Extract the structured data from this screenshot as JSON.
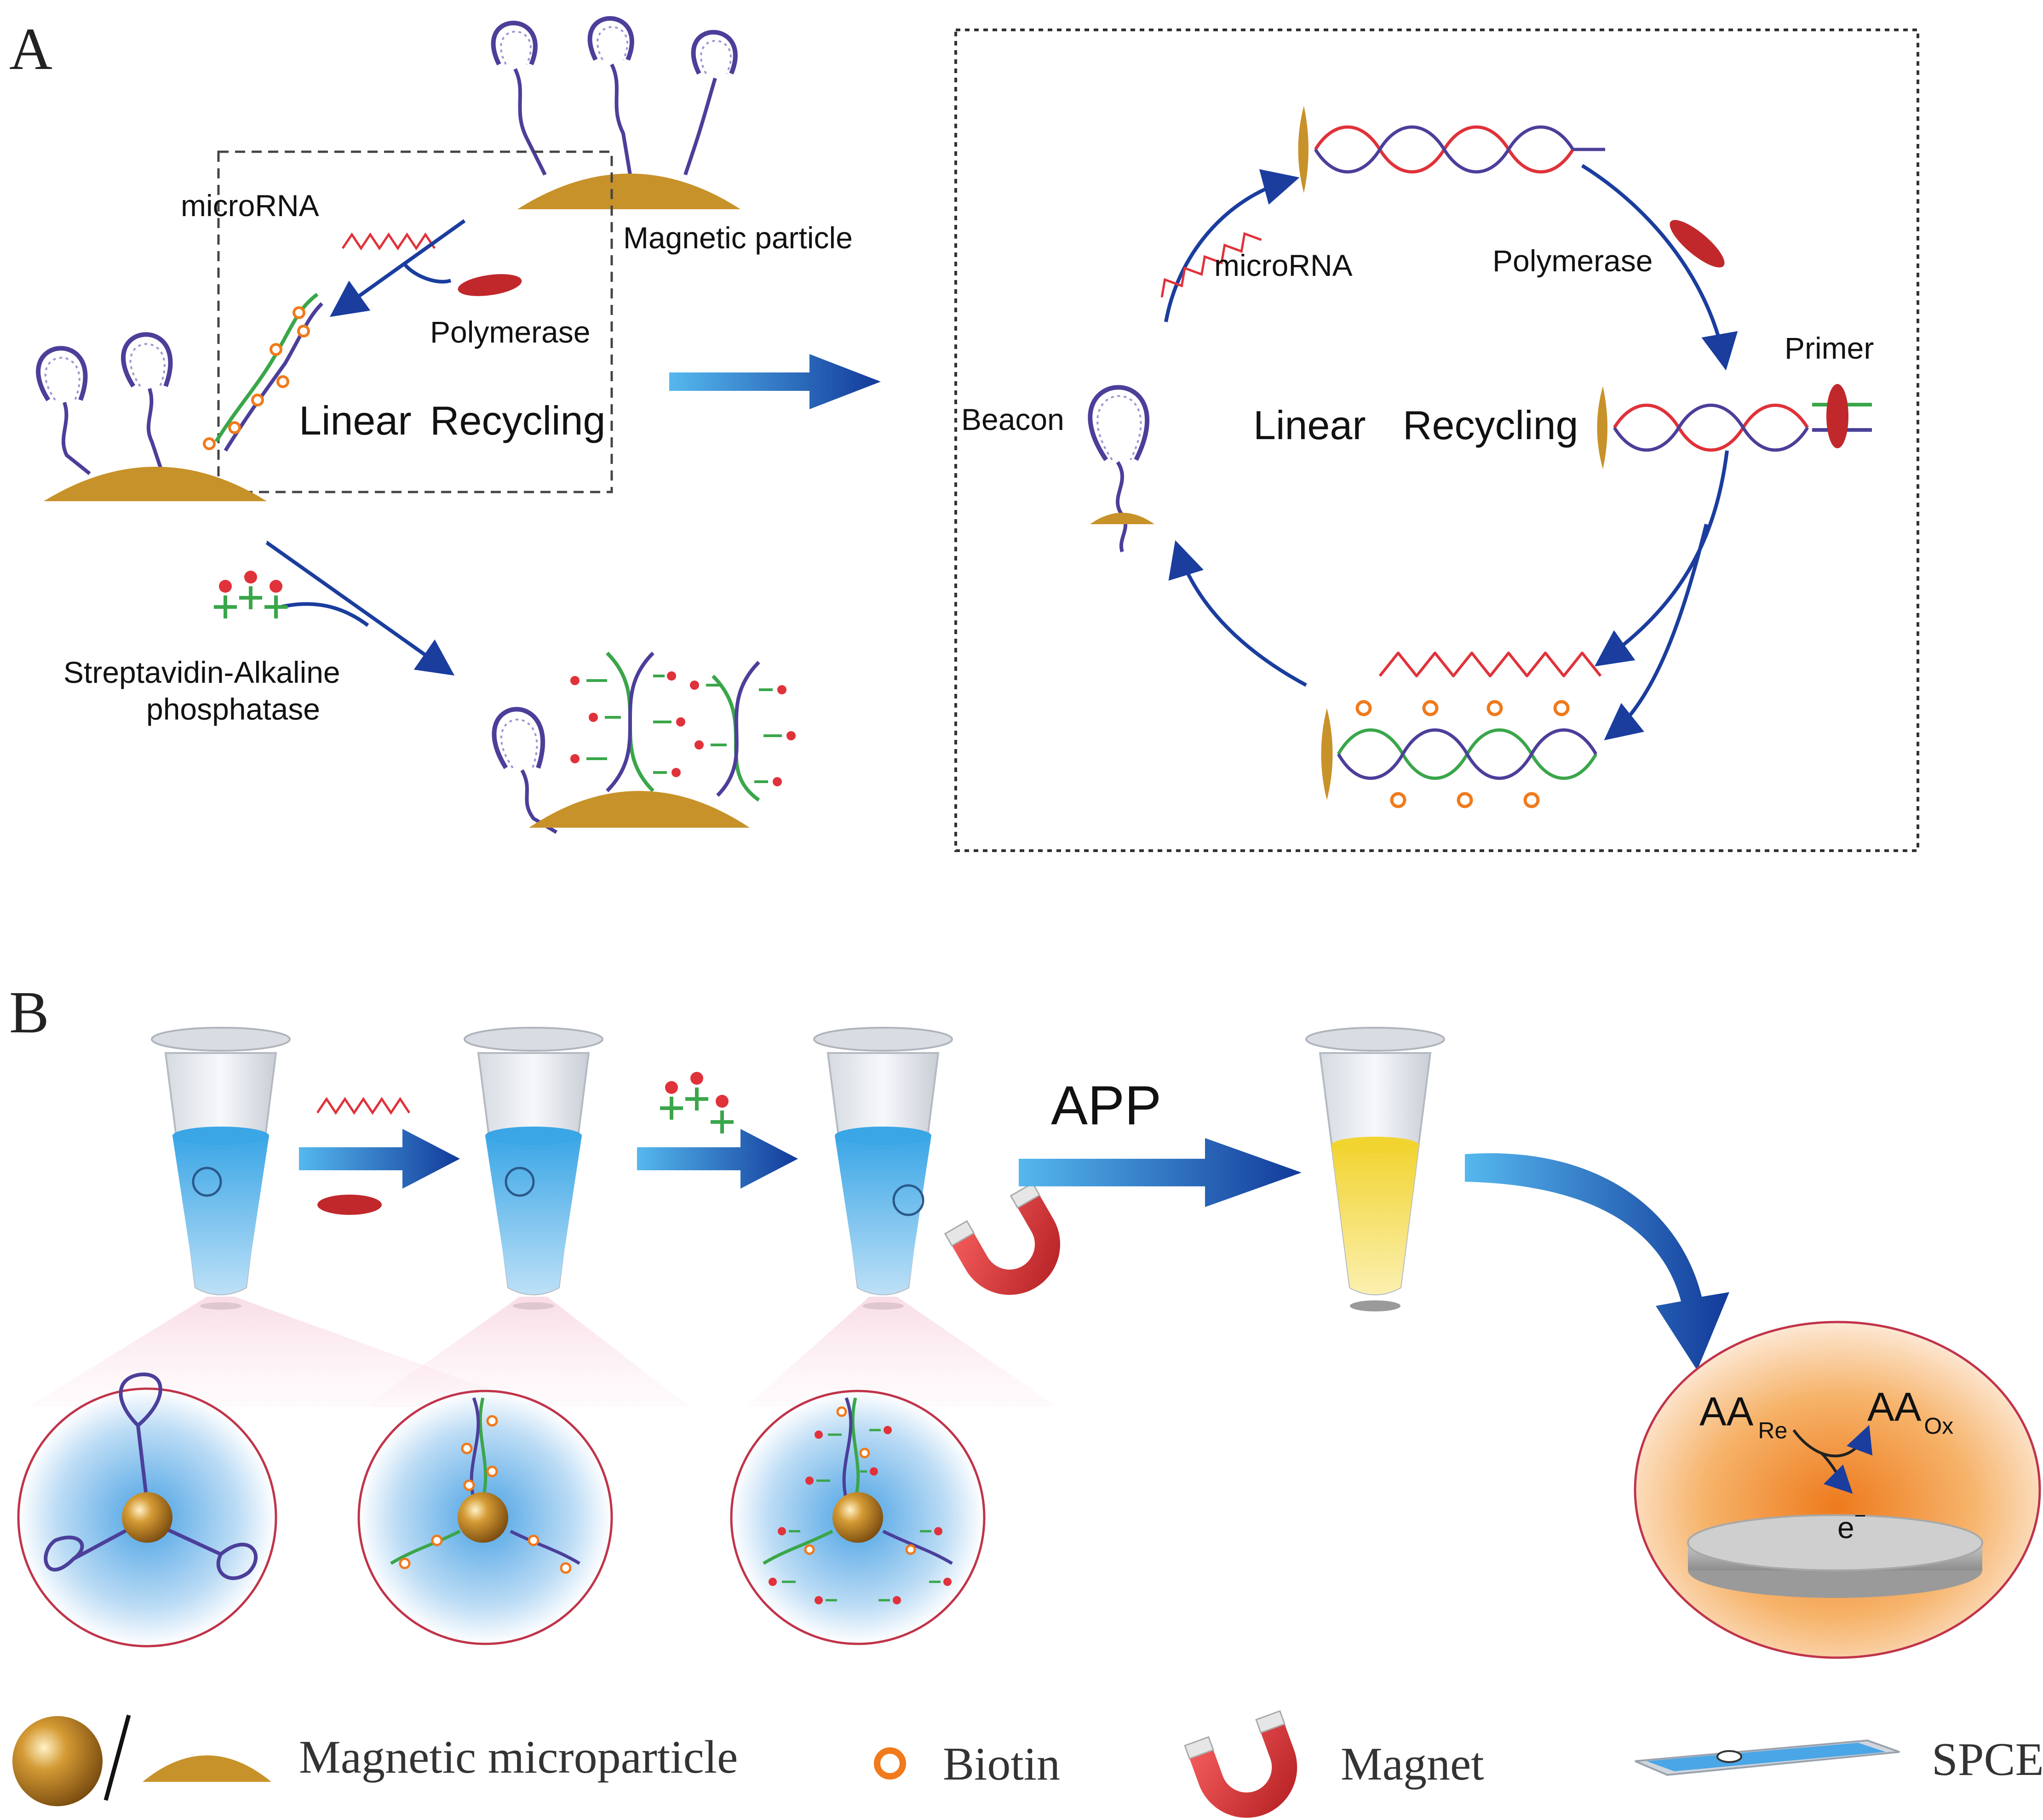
{
  "colors": {
    "particle": "#c8922a",
    "beacon": "#4b3f9a",
    "arrow": "#1a3d9e",
    "arrow_light": "#3fa0e0",
    "microrna": "#e0323a",
    "polymerase": "#c0282c",
    "dna_red": "#e0323a",
    "dna_blue": "#5a4aa8",
    "dna_green": "#3aa64a",
    "biotin": "#f07a1c",
    "solution_blue": "#3aa0e0",
    "solution_yellow": "#f0d23a",
    "electrode_glow": "#f08a2a"
  },
  "panel_a": {
    "letter": "A",
    "microrna": "microRNA",
    "magnetic_particle": "Magnetic particle",
    "polymerase": "Polymerase",
    "linear": "Linear",
    "recycling": "Recycling",
    "sa_line1": "Streptavidin-Alkaline",
    "sa_line2": "phosphatase",
    "cycle": {
      "microrna": "microRNA",
      "polymerase": "Polymerase",
      "primer": "Primer",
      "beacon": "Beacon",
      "linear": "Linear",
      "recycling": "Recycling"
    }
  },
  "panel_b": {
    "letter": "B",
    "app": "APP",
    "aa_re": "AA",
    "aa_re_sub": "Re",
    "aa_ox": "AA",
    "aa_ox_sub": "Ox",
    "electron": "e",
    "electron_sup": "−"
  },
  "legend": {
    "particle": "Magnetic microparticle",
    "biotin": "Biotin",
    "magnet": "Magnet",
    "spce": "SPCE"
  }
}
